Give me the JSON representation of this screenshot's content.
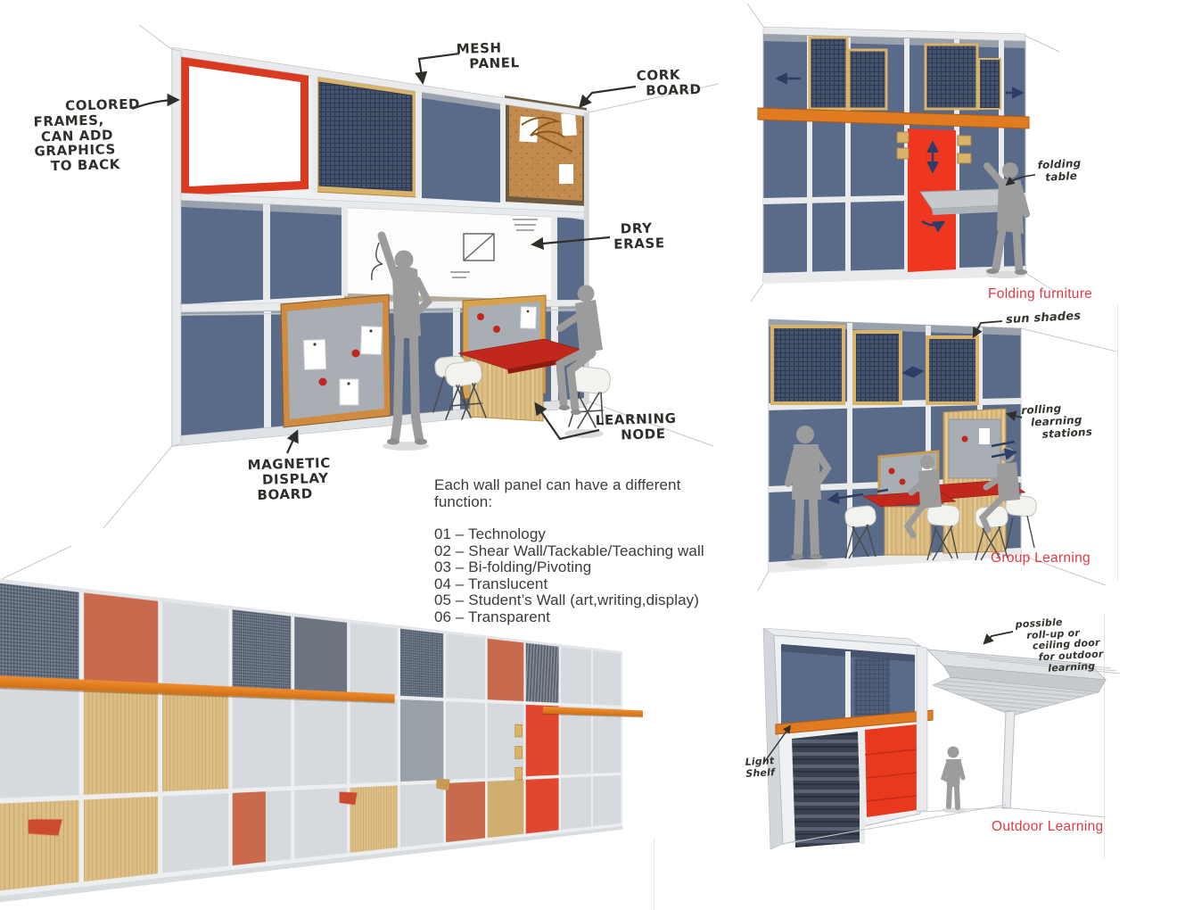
{
  "colors": {
    "ink": "#2e2f2a",
    "caption_red": "#e03b44",
    "panel_blue": "#5a6a89",
    "mesh_dark": "#46536c",
    "frame_red": "#d93a20",
    "accent_red": "#ee3621",
    "salmon": "#c96a4d",
    "orange_shelf": "#e07b22",
    "wood": "#ddbe85",
    "cork": "#c08b4d",
    "board_gray": "#a9aeb4",
    "figure_gray": "#9c9c9c",
    "printed_text": "#3b3b3d"
  },
  "main_diagram": {
    "annotations": {
      "colored_frames": [
        "COLORED",
        "FRAMES,",
        "CAN ADD",
        "GRAPHICS",
        "TO BACK"
      ],
      "mesh_panel": [
        "MESH",
        "PANEL"
      ],
      "cork_board": [
        "CORK",
        "BOARD"
      ],
      "dry_erase": [
        "DRY",
        "ERASE"
      ],
      "learning_node": [
        "LEARNING",
        "NODE"
      ],
      "magnetic_board": [
        "MAGNETIC",
        "DISPLAY",
        "BOARD"
      ]
    }
  },
  "function_list": {
    "heading": [
      "Each wall panel can have a different",
      "function:"
    ],
    "items": [
      "01 – Technology",
      "02 – Shear Wall/Tackable/Teaching wall",
      "03 – Bi-folding/Pivoting",
      "04 – Translucent",
      "05 – Student’s Wall (art,writing,display)",
      "06 – Transparent"
    ]
  },
  "right_column": {
    "folding": {
      "caption": "Folding furniture",
      "note": [
        "folding",
        "table"
      ]
    },
    "group": {
      "caption": "Group Learning",
      "sun_shades": "sun shades",
      "rolling": [
        "rolling",
        "learning",
        "stations"
      ]
    },
    "outdoor": {
      "caption": "Outdoor Learning",
      "rollup": [
        "possible",
        "roll-up or",
        "ceiling door",
        "for outdoor",
        "learning"
      ],
      "light_shelf": [
        "Light",
        "Shelf"
      ]
    }
  }
}
